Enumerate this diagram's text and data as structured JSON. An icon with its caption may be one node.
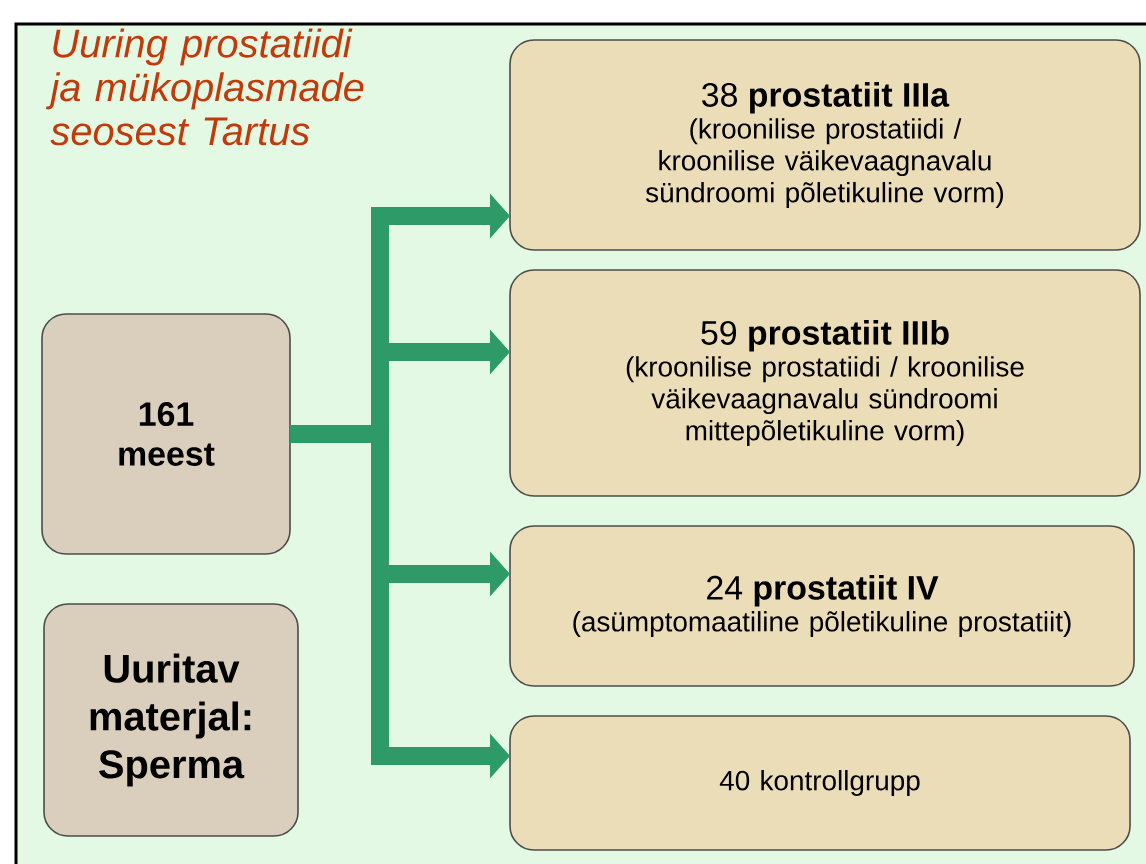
{
  "diagram": {
    "title": "Uuring prostatiidi ja mükoplasmade seosest Tartus",
    "nodes": [
      {
        "text": [
          "161 meest"
        ]
      },
      {
        "text": [
          "Uuritav materjal: Sperma"
        ]
      },
      {
        "text": [
          "38 **prostatiit IIIa**",
          "(kroonilise prostatiidi / kroonilise väikevaagnavalu sündroomi põletikuline vorm)"
        ]
      },
      {
        "text": [
          "59 **prostatiit IIIb**",
          "(kroonilise prostatiidi / kroonilise väikevaagnavalu sündroomi mittepõletikuline vorm)"
        ]
      },
      {
        "text": [
          "24 **prostatiit IV**",
          "(asümptomaatiline põletikuline prostatiit)"
        ]
      },
      {
        "text": [
          "40 kontrollgrupp"
        ]
      }
    ],
    "edges": [
      {
        "from": 0,
        "to": 2,
        "arrow": "to"
      },
      {
        "from": 0,
        "to": 3,
        "arrow": "to"
      },
      {
        "from": 0,
        "to": 4,
        "arrow": "to"
      },
      {
        "from": 0,
        "to": 5,
        "arrow": "to"
      }
    ]
  }
}
